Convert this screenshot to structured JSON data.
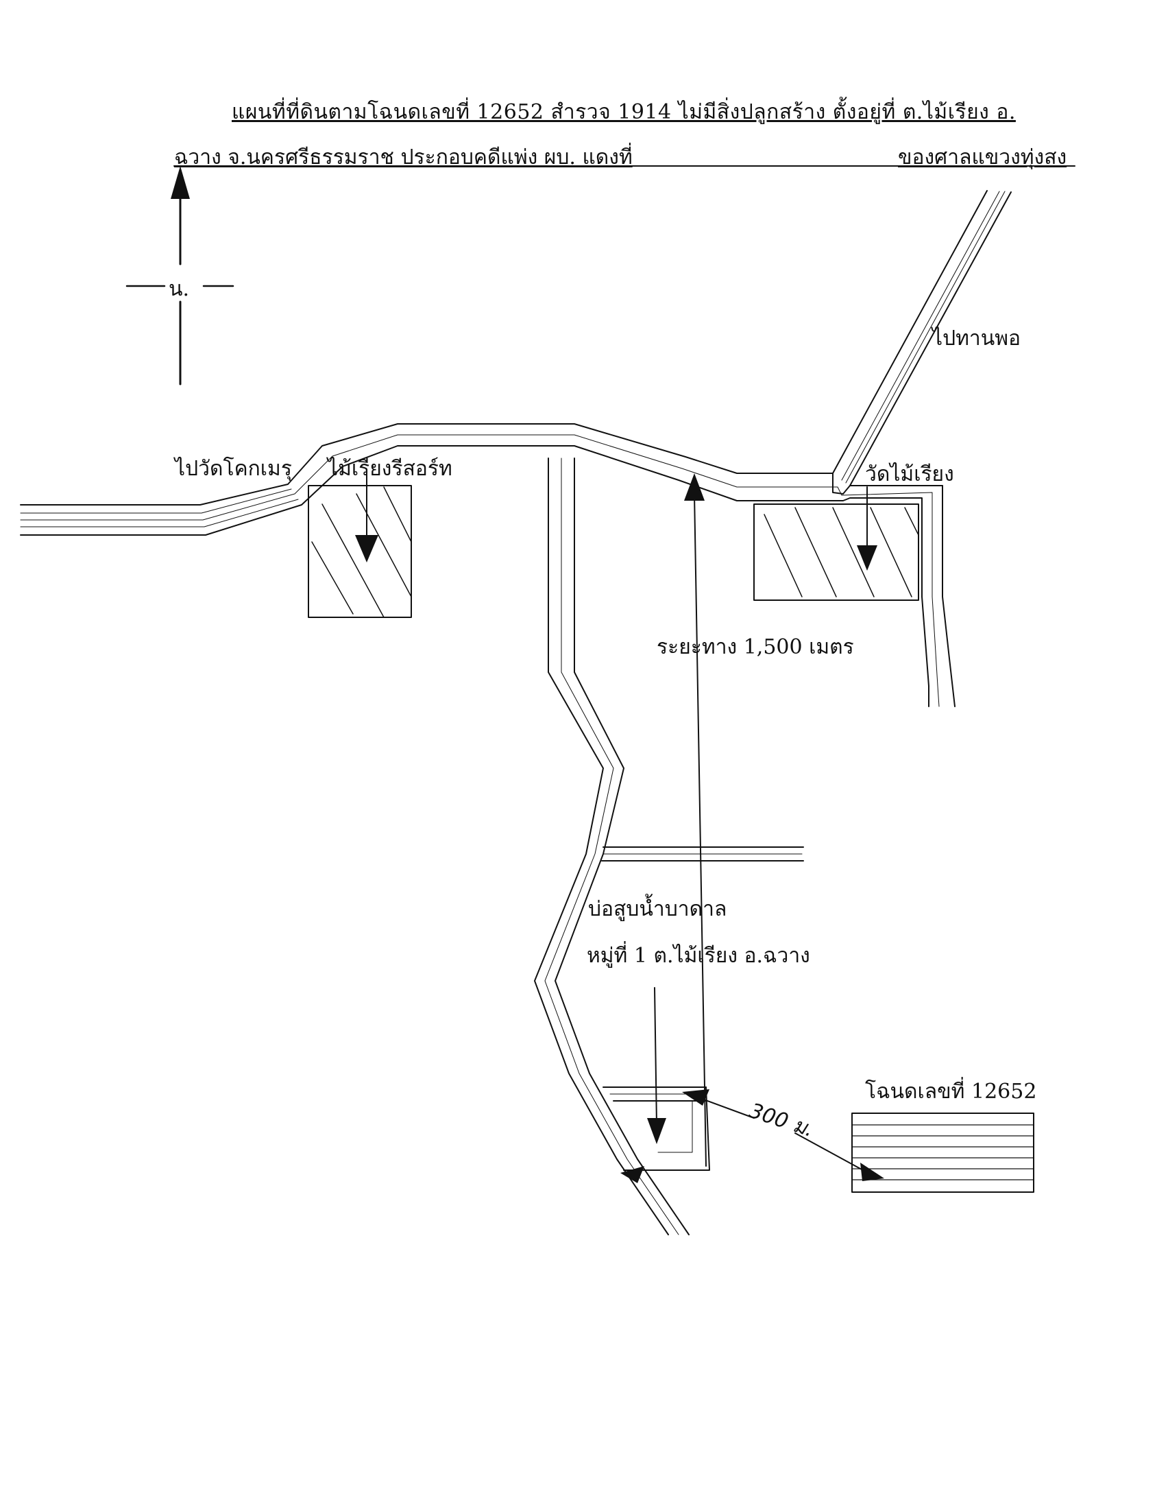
{
  "header": {
    "line1": "แผนที่ที่ดินตามโฉนดเลขที่  12652  สำรวจ  1914 ไม่มีสิ่งปลูกสร้าง  ตั้งอยู่ที่  ต.ไม้เรียง  อ.",
    "line2_left": "ฉวาง  จ.นครศรีธรรมราช  ประกอบคดีแพ่ง ผบ. แดงที่",
    "line2_right": "ของศาลแขวงทุ่งสง"
  },
  "compass": {
    "north_label": "น."
  },
  "labels": {
    "to_thanpho": "ไปทานพอ",
    "to_wat_khok_men": "ไปวัดโคกเมรุ",
    "mai_riang_resort": "ไม้เรียงรีสอร์ท",
    "wat_mai_riang": "วัดไม้เรียง",
    "distance": "ระยะทาง 1,500  เมตร",
    "well": "บ่อสูบน้ำบาดาล",
    "village": "หมู่ที่ 1 ต.ไม้เรียง อ.ฉวาง",
    "deed": "โฉนดเลขที่  12652",
    "offset": "300 ม."
  },
  "colors": {
    "ink": "#111111",
    "paper": "#ffffff"
  }
}
